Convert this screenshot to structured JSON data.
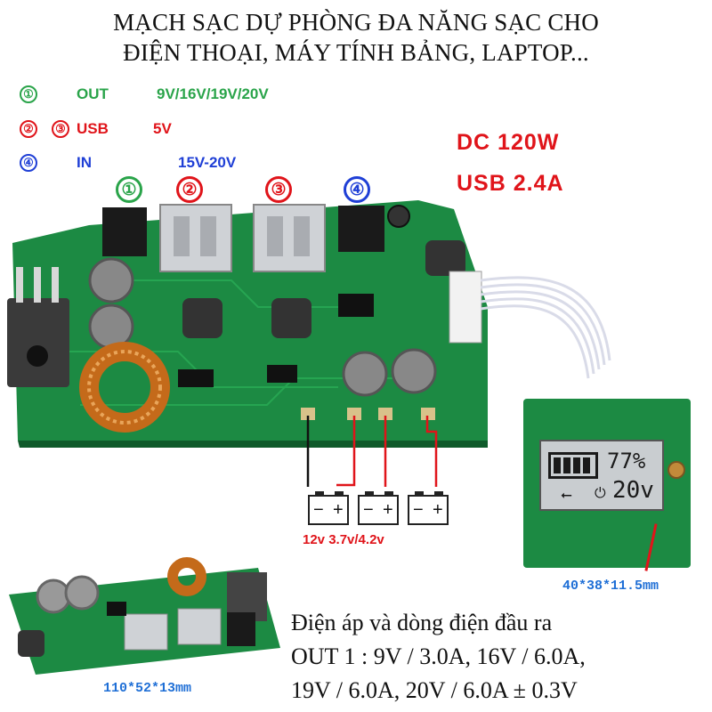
{
  "title": {
    "line1": "MẠCH SẠC DỰ PHÒNG ĐA NĂNG SẠC CHO",
    "line2": "ĐIỆN THOẠI, MÁY TÍNH BẢNG, LAPTOP..."
  },
  "legend": {
    "out": {
      "marker": "①",
      "label": "OUT",
      "value": "9V/16V/19V/20V",
      "color": "#2aa44a"
    },
    "usb": {
      "marker1": "②",
      "marker2": "③",
      "label": "USB",
      "value": "5V",
      "color": "#e0141a"
    },
    "in": {
      "marker": "④",
      "label": "IN",
      "value": "15V-20V",
      "color": "#1f3fd6"
    }
  },
  "port_markers": [
    {
      "symbol": "①",
      "color": "#2aa44a"
    },
    {
      "symbol": "②",
      "color": "#e0141a"
    },
    {
      "symbol": "③",
      "color": "#e0141a"
    },
    {
      "symbol": "④",
      "color": "#1f3fd6"
    }
  ],
  "specs": {
    "dc": "DC 120W",
    "usb": "USB 2.4A"
  },
  "display": {
    "percent": "77%",
    "voltage": "20v"
  },
  "batteries": {
    "label": "12v 3.7v/4.2v",
    "minus": "−",
    "plus": "+"
  },
  "dimensions": {
    "display_board": "40*38*11.5mm",
    "main_board": "110*52*13mm"
  },
  "description": {
    "line1": "Điện áp và dòng điện đầu ra",
    "line2": "OUT 1 : 9V / 3.0A, 16V / 6.0A,",
    "line3": "19V / 6.0A, 20V / 6.0A ± 0.3V"
  },
  "colors": {
    "pcb": "#1c8a43",
    "pcb_dark": "#146b33",
    "spec_red": "#e0141a",
    "dim_blue": "#1f6fd6"
  }
}
